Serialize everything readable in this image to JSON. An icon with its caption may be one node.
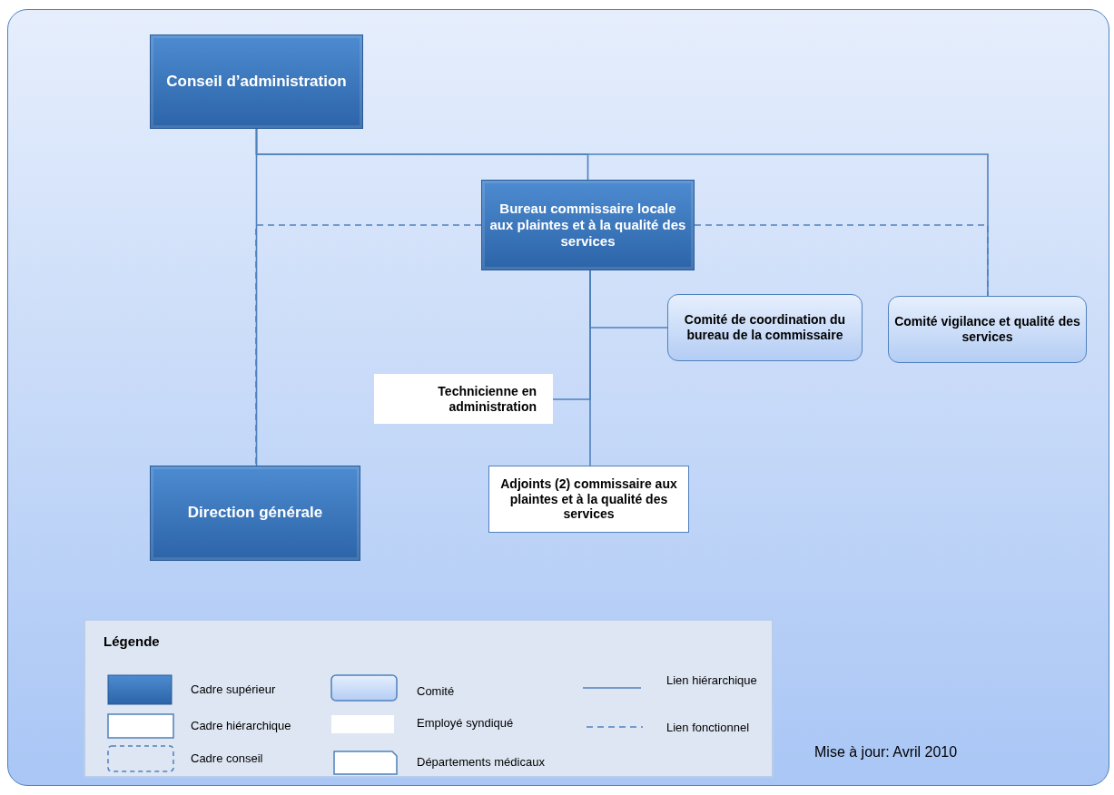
{
  "diagram": {
    "nodes": [
      {
        "text": [
          "Conseil d’administration"
        ]
      },
      {
        "text": [
          "Bureau commissaire locale aux plaintes et à la qualité des services"
        ]
      },
      {
        "text": [
          "Comité de coordination du bureau de la commissaire"
        ]
      },
      {
        "text": [
          "Comité vigilance et qualité des services"
        ]
      },
      {
        "text": [
          "Technicienne en administration"
        ]
      },
      {
        "text": [
          "Adjoints (2) commissaire aux plaintes et à la qualité des services"
        ]
      },
      {
        "text": [
          "Direction générale"
        ]
      }
    ],
    "edges": [
      {
        "from": 0,
        "to": 6,
        "arrow": "none"
      },
      {
        "from": 0,
        "to": 1,
        "arrow": "none"
      },
      {
        "from": 0,
        "to": 3,
        "arrow": "none"
      },
      {
        "from": 1,
        "to": 2,
        "arrow": "none"
      },
      {
        "from": 1,
        "to": 4,
        "arrow": "none"
      },
      {
        "from": 1,
        "to": 5,
        "arrow": "none"
      },
      {
        "from": 1,
        "to": 6,
        "arrow": "none",
        "style": "dashed"
      },
      {
        "from": 1,
        "to": 3,
        "arrow": "none",
        "style": "dashed"
      }
    ],
    "labels": [
      "Légende",
      "Mise à jour: Avril 2010"
    ],
    "legend": [
      {
        "text": "Cadre supérieur"
      },
      {
        "text": "Comité"
      },
      {
        "text": "Lien hiérarchique"
      },
      {
        "text": "Cadre hiérarchique"
      },
      {
        "text": "Employé syndiqué"
      },
      {
        "text": "Lien fonctionnel"
      },
      {
        "text": "Cadre conseil"
      },
      {
        "text": "Départements médicaux"
      }
    ]
  }
}
